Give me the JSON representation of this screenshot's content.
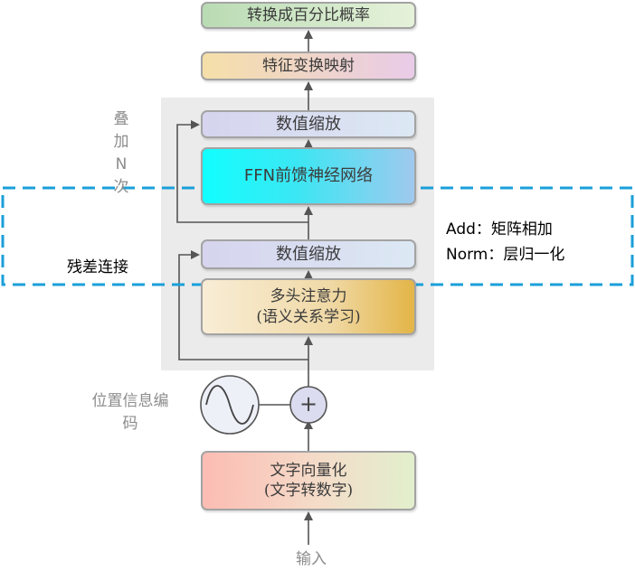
{
  "output_box": {
    "label": "转换成百分比概率"
  },
  "transform_box": {
    "label": "特征变换映射"
  },
  "norm_top": {
    "label": "数值缩放"
  },
  "ffn_box": {
    "label": "FFN前馈神经网络"
  },
  "norm_bottom": {
    "label": "数值缩放"
  },
  "attention_box": {
    "line1": "多头注意力",
    "line2": "(语义关系学习)"
  },
  "embedding_box": {
    "line1": "文字向量化",
    "line2": "(文字转数字)"
  },
  "stack_label": {
    "chars": [
      "叠",
      "加",
      "N",
      "次"
    ]
  },
  "positional_encoding": {
    "label_line1": "位置信息编",
    "label_line2": "码"
  },
  "plus_symbol": "+",
  "input_label": "输入",
  "residual_label": "残差连接",
  "addnorm_note": {
    "line1": "Add：矩阵相加",
    "line2": "Norm：层归一化"
  },
  "colors": {
    "dashed_highlight": "#1a9fd9",
    "arrow": "#555555",
    "block_background": "#ebebeb"
  }
}
